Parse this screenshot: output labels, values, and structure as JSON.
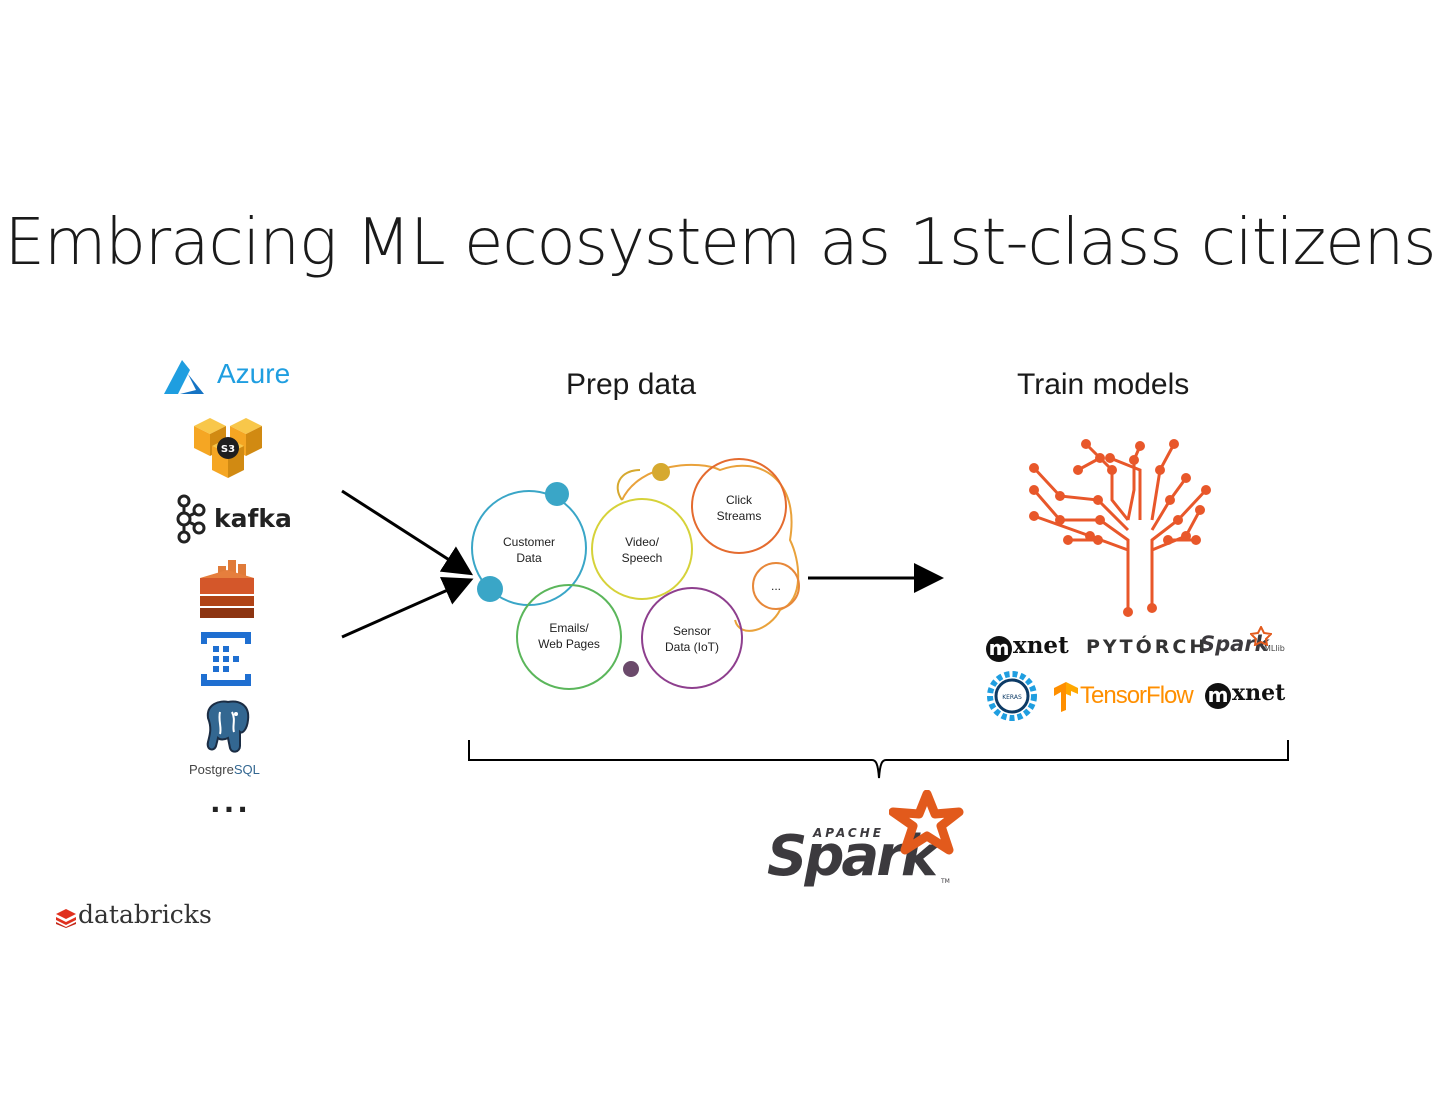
{
  "slide": {
    "title": "Embracing ML ecosystem as 1st-class citizens",
    "prep_heading": "Prep data",
    "train_heading": "Train models"
  },
  "sources": {
    "azure": "Azure",
    "s3": "S3",
    "kafka": "kafka",
    "postgres_a": "Postgre",
    "postgres_b": "SQL",
    "more": "..."
  },
  "bubbles": {
    "customer": [
      "Customer",
      "Data"
    ],
    "video": [
      "Video/",
      "Speech"
    ],
    "click": [
      "Click",
      "Streams"
    ],
    "emails": [
      "Emails/",
      "Web Pages"
    ],
    "sensor": [
      "Sensor",
      "Data (IoT)"
    ],
    "more": "..."
  },
  "frameworks": {
    "mxnet": "xnet",
    "mxnet_m": "m",
    "pytorch": "PYTÓRCH",
    "spark_mllib": "Spark",
    "mllib": "MLlib",
    "tensorflow": "TensorFlow",
    "keras": "KERAS"
  },
  "spark": {
    "apache": "APACHE",
    "name": "Spark",
    "tm": "TM"
  },
  "footer": {
    "brand": "databricks"
  },
  "colors": {
    "azure": "#1f9ee0",
    "s3": "#f5a623",
    "spark_orange": "#e25a1c",
    "brain": "#e8572a",
    "databricks": "#e0301e"
  }
}
